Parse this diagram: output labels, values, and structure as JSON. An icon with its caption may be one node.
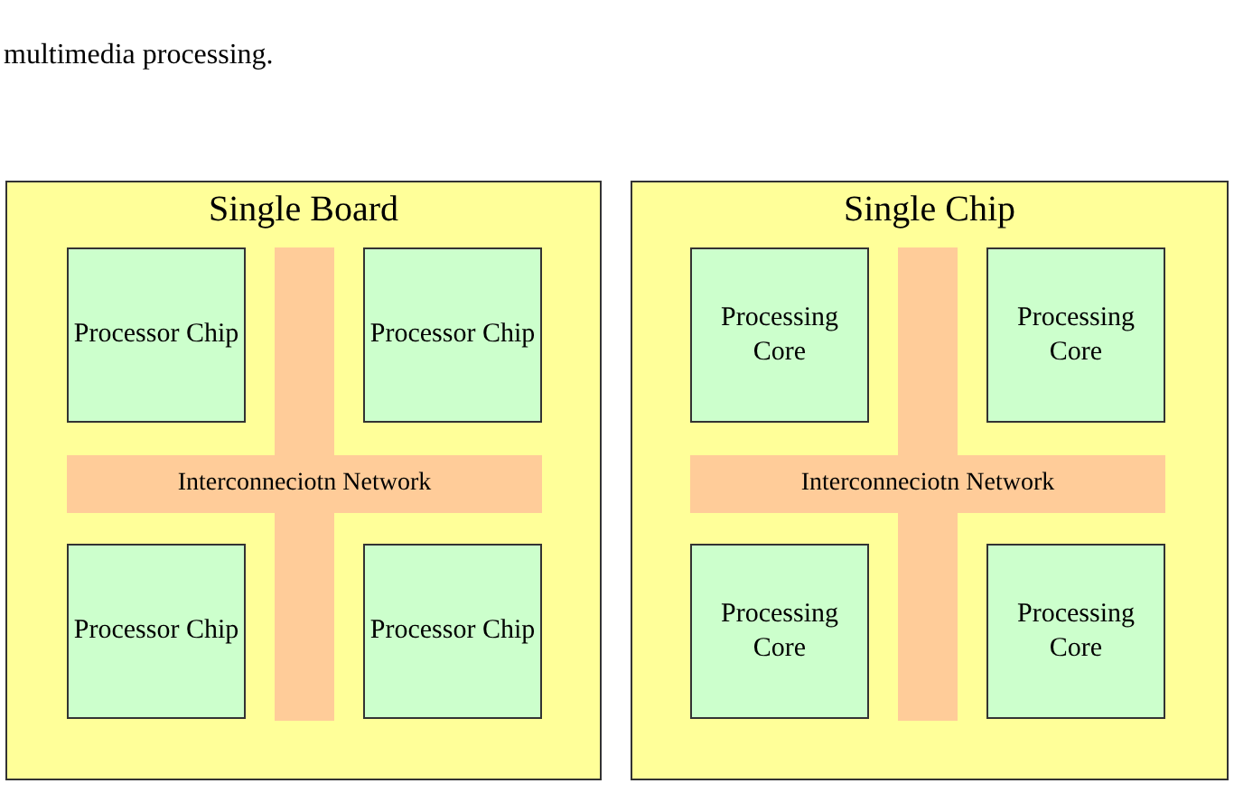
{
  "diagram": {
    "nodes": [
      {
        "text": [
          "Single Board"
        ]
      },
      {
        "text": [
          "Processor Chip"
        ],
        "in": 0
      },
      {
        "text": [
          "Processor Chip"
        ],
        "in": 0
      },
      {
        "text": [
          "Interconneciotn Network"
        ],
        "in": 0
      },
      {
        "text": [
          "Processor Chip"
        ],
        "in": 0
      },
      {
        "text": [
          "Processor Chip"
        ],
        "in": 0
      },
      {
        "text": [
          "Single Chip"
        ]
      },
      {
        "text": [
          "Processing Core"
        ],
        "in": 6
      },
      {
        "text": [
          "Processing Core"
        ],
        "in": 6
      },
      {
        "text": [
          "Interconneciotn Network"
        ],
        "in": 6
      },
      {
        "text": [
          "Processing Core"
        ],
        "in": 6
      },
      {
        "text": [
          "Processing Core"
        ],
        "in": 6
      }
    ],
    "labels": [
      "multimedia processing."
    ]
  }
}
